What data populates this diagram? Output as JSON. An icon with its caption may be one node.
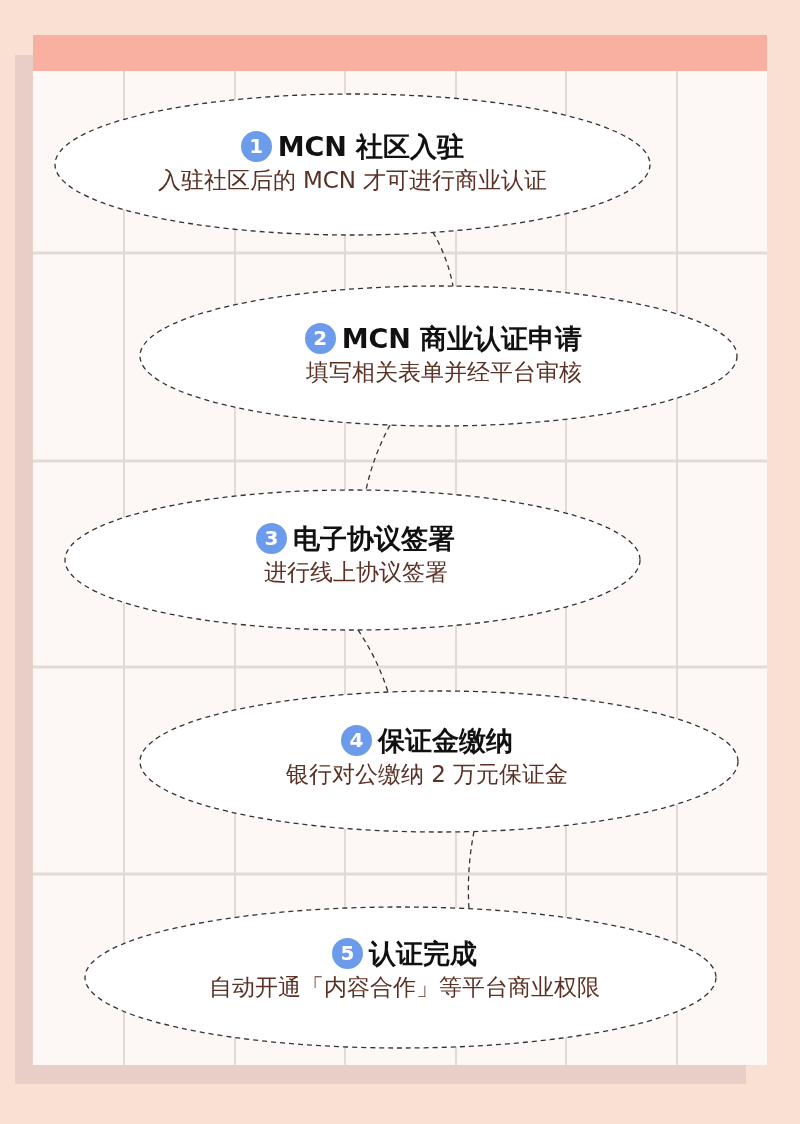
{
  "diagram": {
    "nodes": [
      {
        "text": [
          "1",
          "MCN 社区入驻",
          "入驻社区后的 MCN 才可进行商业认证"
        ]
      },
      {
        "text": [
          "2",
          "MCN 商业认证申请",
          "填写相关表单并经平台审核"
        ]
      },
      {
        "text": [
          "3",
          "电子协议签署",
          "进行线上协议签署"
        ]
      },
      {
        "text": [
          "4",
          "保证金缴纳",
          "银行对公缴纳 2 万元保证金"
        ]
      },
      {
        "text": [
          "5",
          "认证完成",
          "自动开通「内容合作」等平台商业权限"
        ]
      }
    ],
    "edges": [
      {
        "from": 0,
        "to": 1,
        "arrow": "none",
        "style": "dashed"
      },
      {
        "from": 1,
        "to": 2,
        "arrow": "none",
        "style": "dashed"
      },
      {
        "from": 2,
        "to": 3,
        "arrow": "none",
        "style": "dashed"
      },
      {
        "from": 3,
        "to": 4,
        "arrow": "none",
        "style": "dashed"
      }
    ]
  }
}
